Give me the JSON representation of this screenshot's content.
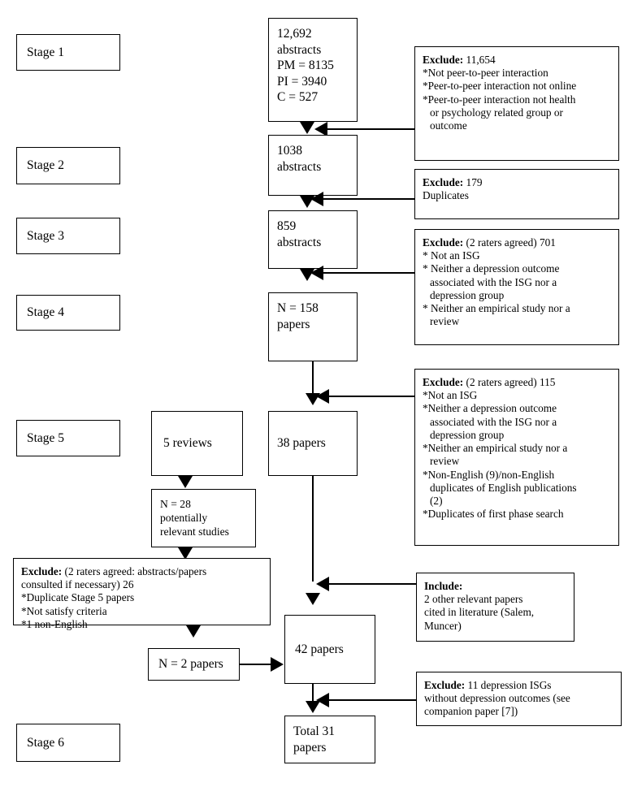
{
  "diagram": {
    "title": "Study selection flow diagram",
    "stages": [
      {
        "label": "Stage 1"
      },
      {
        "label": "Stage 2"
      },
      {
        "label": "Stage 3"
      },
      {
        "label": "Stage 4"
      },
      {
        "label": "Stage 5"
      },
      {
        "label": "Stage 6"
      }
    ],
    "main_nodes": {
      "abstracts_initial": {
        "lines": [
          "12,692",
          "abstracts",
          "PM = 8135",
          "PI = 3940",
          "C = 527"
        ]
      },
      "abstracts_1038": {
        "lines": [
          "1038",
          "abstracts"
        ]
      },
      "abstracts_859": {
        "lines": [
          "859",
          "abstracts"
        ]
      },
      "papers_158": {
        "lines": [
          "N = 158",
          "papers"
        ]
      },
      "papers_38": {
        "lines": [
          "38 papers"
        ]
      },
      "reviews_5": {
        "lines": [
          "5 reviews"
        ]
      },
      "studies_28": {
        "lines": [
          "N = 28",
          "potentially",
          "relevant studies"
        ]
      },
      "papers_2": {
        "lines": [
          "N = 2 papers"
        ]
      },
      "papers_42": {
        "lines": [
          "42 papers"
        ]
      },
      "papers_total_31": {
        "lines": [
          "Total 31",
          "papers"
        ]
      }
    },
    "notes": {
      "exclude_stage1": {
        "heading": "Exclude:",
        "heading_rest": " 11,654",
        "lines": [
          {
            "text": "*Not peer-to-peer interaction",
            "indent": false
          },
          {
            "text": "*Peer-to-peer interaction not online",
            "indent": false
          },
          {
            "text": "*Peer-to-peer interaction not health",
            "indent": false
          },
          {
            "text": "or psychology related group or",
            "indent": true
          },
          {
            "text": "outcome",
            "indent": true
          }
        ]
      },
      "exclude_duplicates": {
        "heading": "Exclude:",
        "heading_rest": " 179",
        "lines": [
          {
            "text": "Duplicates",
            "indent": false
          }
        ]
      },
      "exclude_stage3": {
        "heading": "Exclude:",
        "heading_rest": " (2 raters agreed) 701",
        "lines": [
          {
            "text": "* Not an ISG",
            "indent": false
          },
          {
            "text": "* Neither a depression outcome",
            "indent": false
          },
          {
            "text": "associated with the ISG nor a",
            "indent": true
          },
          {
            "text": "depression group",
            "indent": true
          },
          {
            "text": "* Neither an empirical study nor a",
            "indent": false
          },
          {
            "text": "review",
            "indent": true
          }
        ]
      },
      "exclude_stage4": {
        "heading": "Exclude:",
        "heading_rest": " (2 raters agreed) 115",
        "lines": [
          {
            "text": "*Not an ISG",
            "indent": false
          },
          {
            "text": "*Neither a depression outcome",
            "indent": false
          },
          {
            "text": "associated with the ISG nor a",
            "indent": true
          },
          {
            "text": "depression group",
            "indent": true
          },
          {
            "text": "*Neither an empirical study nor a",
            "indent": false
          },
          {
            "text": "review",
            "indent": true
          },
          {
            "text": "*Non-English (9)/non-English",
            "indent": false
          },
          {
            "text": "duplicates of English publications",
            "indent": true
          },
          {
            "text": "(2)",
            "indent": true
          },
          {
            "text": "*Duplicates of first phase search",
            "indent": false
          }
        ]
      },
      "exclude_stage5": {
        "heading": "Exclude:",
        "heading_rest": " (2 raters agreed: abstracts/papers",
        "lines": [
          {
            "text": "consulted if necessary) 26",
            "indent": false
          },
          {
            "text": "*Duplicate Stage 5 papers",
            "indent": false
          },
          {
            "text": "*Not satisfy criteria",
            "indent": false
          },
          {
            "text": "*1 non-English",
            "indent": false
          }
        ]
      },
      "include_extra": {
        "heading": "Include:",
        "heading_rest": "",
        "lines": [
          {
            "text": "2 other relevant papers",
            "indent": false
          },
          {
            "text": "cited in literature (Salem,",
            "indent": false
          },
          {
            "text": "Muncer)",
            "indent": false
          }
        ]
      },
      "exclude_stage6": {
        "heading": "Exclude:",
        "heading_rest": " 11 depression ISGs",
        "lines": [
          {
            "text": "without depression outcomes (see",
            "indent": false
          },
          {
            "text": "companion paper [7])",
            "indent": false
          }
        ]
      }
    },
    "colors": {
      "stroke": "#000000",
      "fill": "#ffffff",
      "text": "#000000"
    }
  }
}
